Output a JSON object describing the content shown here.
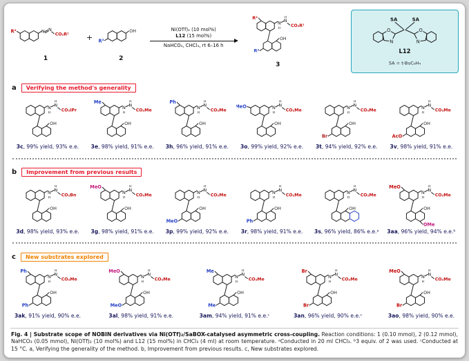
{
  "scheme": {
    "reactant1": {
      "r": "R²",
      "ester": "CO₂R¹",
      "number": "1"
    },
    "plus": "+",
    "reactant2": {
      "r": "R³",
      "oh": "OH",
      "number": "2"
    },
    "conditions": {
      "line1": "Ni(OTf)₂ (10 mol%)",
      "line2_bold": "L12",
      "line2_rest": " (15 mol%)",
      "line3": "NaHCO₃, CHCl₃, rt 6–16 h"
    },
    "product": {
      "r2": "R²",
      "r3": "R³",
      "ester": "CO₂R¹",
      "oh": "OH",
      "number": "3"
    },
    "ligand": {
      "sa_left": "SA",
      "sa_right": "SA",
      "name": "L12",
      "legend": "SA = t-BuC₆H₄"
    }
  },
  "colors": {
    "blue": "#2743c7",
    "red": "#c40f0f",
    "magenta": "#c2187b",
    "section_a": "#e8192c",
    "section_b": "#e8192c",
    "section_c": "#ef8200"
  },
  "sections": [
    {
      "key": "a",
      "title": "Verifying the method's generality",
      "color": "#e8192c",
      "compounds": [
        {
          "id": "3c",
          "result": ", 99% yield, 93% e.e.",
          "ester": "CO₂iPr",
          "subs": []
        },
        {
          "id": "3e",
          "result": ", 98% yield, 91% e.e.",
          "ester": "CO₂Me",
          "subs": [
            {
              "text": "Me",
              "pos": "top",
              "color": "#2743c7"
            }
          ]
        },
        {
          "id": "3h",
          "result": ", 96% yield, 91% e.e.",
          "ester": "CO₂Me",
          "subs": [
            {
              "text": "Ph",
              "pos": "top",
              "color": "#2743c7"
            }
          ]
        },
        {
          "id": "3o",
          "result": ", 99% yield, 92% e.e.",
          "ester": "CO₂Me",
          "subs": [
            {
              "text": "MeO",
              "pos": "left",
              "color": "#2743c7"
            }
          ]
        },
        {
          "id": "3t",
          "result": ", 94% yield, 92% e.e.",
          "ester": "CO₂Me",
          "subs": [
            {
              "text": "Br",
              "pos": "lower-left",
              "color": "#b22222"
            }
          ]
        },
        {
          "id": "3v",
          "result": ", 98% yield, 91% e.e.",
          "ester": "CO₂Me",
          "subs": [
            {
              "text": "AcO",
              "pos": "lower-left",
              "color": "#c40f0f"
            }
          ]
        }
      ]
    },
    {
      "key": "b",
      "title": "Improvement from previous results",
      "color": "#e8192c",
      "compounds": [
        {
          "id": "3d",
          "result": ", 98% yield, 93% e.e.",
          "ester": "CO₂Bn",
          "subs": []
        },
        {
          "id": "3g",
          "result": ", 98% yield, 91% e.e.",
          "ester": "CO₂Me",
          "subs": [
            {
              "text": "MeO",
              "pos": "top",
              "color": "#c2187b"
            }
          ]
        },
        {
          "id": "3p",
          "result": ", 99% yield, 92% e.e.",
          "ester": "CO₂Me",
          "subs": [
            {
              "text": "MeO",
              "pos": "lower-left",
              "color": "#2743c7"
            }
          ]
        },
        {
          "id": "3r",
          "result": ", 98% yield, 91% e.e.",
          "ester": "CO₂Me",
          "subs": [
            {
              "text": "Ph",
              "pos": "lower-left",
              "color": "#2743c7"
            }
          ]
        },
        {
          "id": "3s",
          "result": ", 96% yield, 86% e.e.ᵃ",
          "ester": "CO₂Me",
          "subs": [],
          "extra_ring": true
        },
        {
          "id": "3aa",
          "result": ", 96% yield, 94% e.e.ᵇ",
          "ester": "CO₂Me",
          "subs": [
            {
              "text": "MeO",
              "pos": "top",
              "color": "#c40f0f"
            },
            {
              "text": "OMe",
              "pos": "bottom-right",
              "color": "#c2187b"
            }
          ]
        }
      ]
    },
    {
      "key": "c",
      "title": "New substrates explored",
      "color": "#ef8200",
      "compounds": [
        {
          "id": "3ak",
          "result": ", 91% yield, 90% e.e.",
          "ester": "CO₂Me",
          "subs": [
            {
              "text": "Ph",
              "pos": "top",
              "color": "#2743c7"
            },
            {
              "text": "Ph",
              "pos": "lower-left",
              "color": "#2743c7"
            }
          ]
        },
        {
          "id": "3al",
          "result": ", 98% yield, 91% e.e.",
          "ester": "CO₂Me",
          "subs": [
            {
              "text": "MeO",
              "pos": "top",
              "color": "#c2187b"
            },
            {
              "text": "MeO",
              "pos": "lower-left",
              "color": "#2743c7"
            }
          ]
        },
        {
          "id": "3am",
          "result": ", 94% yield, 91% e.e.ᶜ",
          "ester": "CO₂Me",
          "subs": [
            {
              "text": "Me",
              "pos": "top",
              "color": "#2743c7"
            },
            {
              "text": "Me",
              "pos": "lower-left",
              "color": "#2743c7"
            }
          ]
        },
        {
          "id": "3an",
          "result": ", 96% yield, 90% e.e.ᶜ",
          "ester": "CO₂Me",
          "subs": [
            {
              "text": "Br",
              "pos": "top",
              "color": "#c40f0f"
            },
            {
              "text": "Br",
              "pos": "lower-left",
              "color": "#c40f0f"
            }
          ]
        },
        {
          "id": "3ao",
          "result": ", 98% yield, 90% e.e.",
          "ester": "CO₂Me",
          "subs": [
            {
              "text": "MeO",
              "pos": "top",
              "color": "#c40f0f"
            },
            {
              "text": "Br",
              "pos": "lower-left",
              "color": "#c40f0f"
            }
          ]
        }
      ]
    }
  ],
  "caption": {
    "title": "Fig. 4 | Substrate scope of NOBIN derivatives via Ni(OTf)₂/SaBOX-catalysed asymmetric cross-coupling.",
    "body": " Reaction conditions: 1 (0.10 mmol), 2 (0.12 mmol), NaHCO₃ (0.05 mmol), Ni(OTf)₂ (10 mol%) and L12 (15 mol%) in CHCl₃ (4 ml) at room temperature. ᵃConducted in 20 ml CHCl₃. ᵇ3 equiv. of 2 was used. ᶜConducted at 15 °C. a, Verifying the generality of the method. b, Improvement from previous results. c, New substrates explored."
  }
}
